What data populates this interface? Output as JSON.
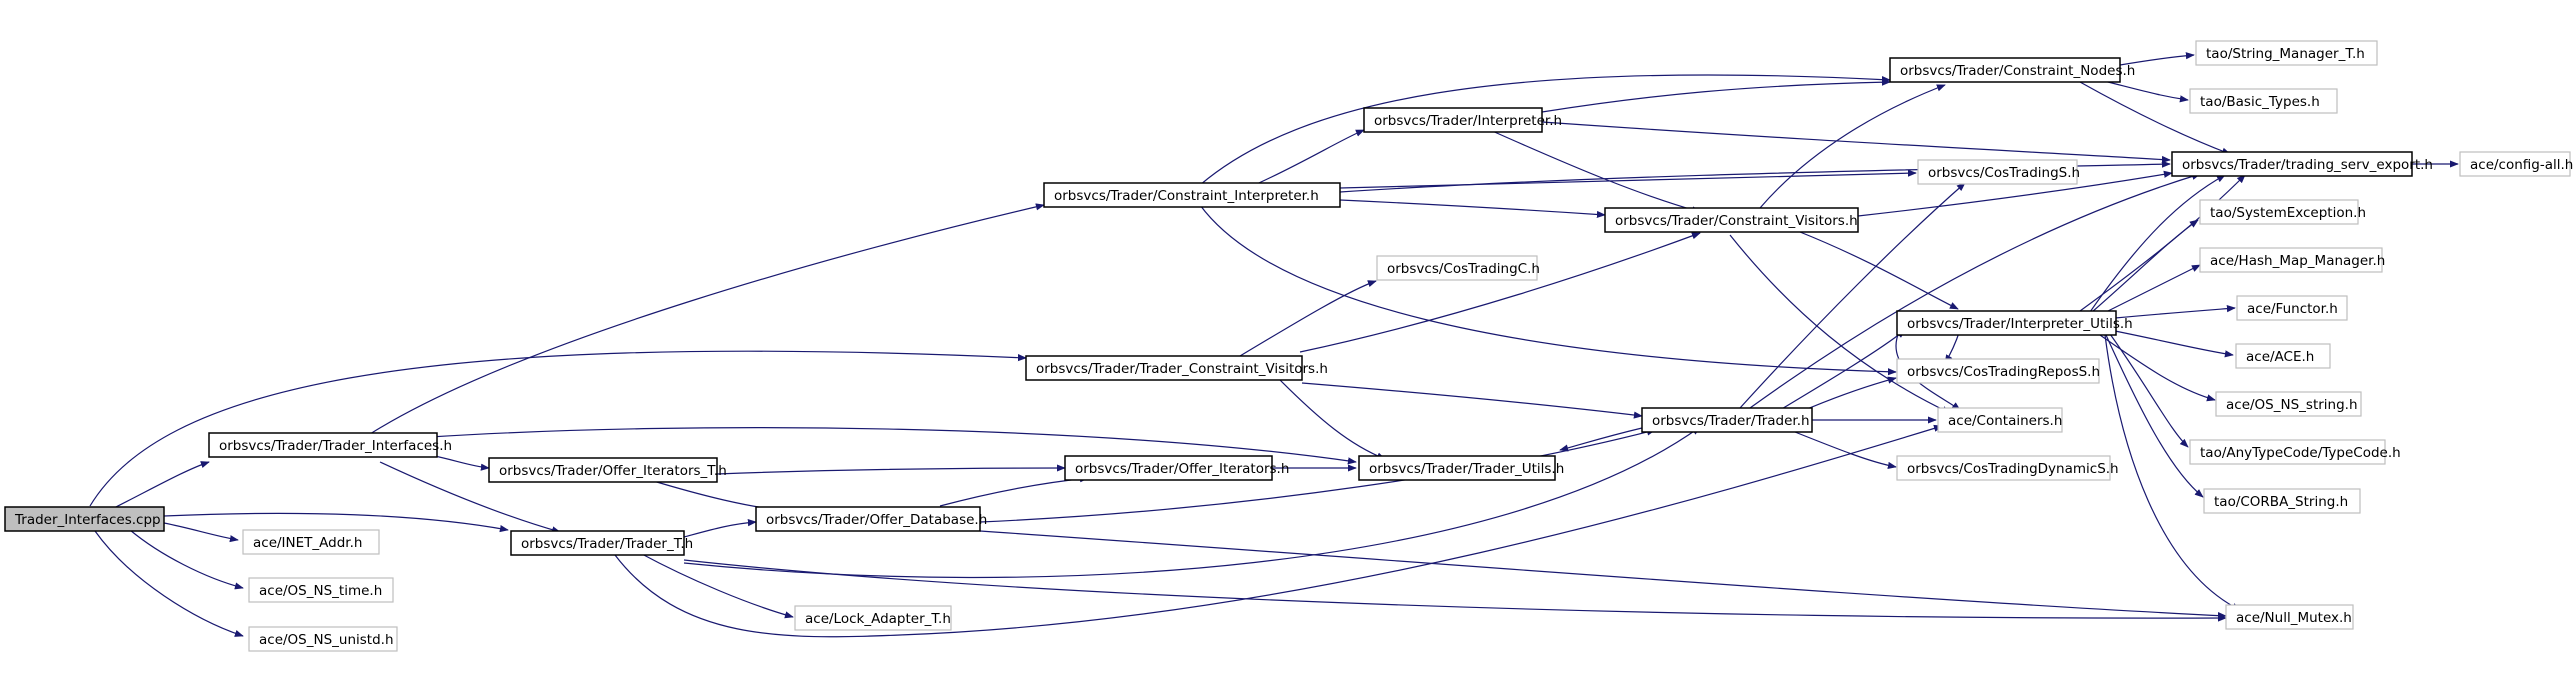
{
  "graph": {
    "colors": {
      "edge": "#191970",
      "root_fill": "#bfbfbf",
      "doc_border": "#000000",
      "ext_border": "#bfbfbf"
    },
    "nodes": {
      "root": "Trader_Interfaces.cpp",
      "inet_addr": "ace/INET_Addr.h",
      "os_ns_time": "ace/OS_NS_time.h",
      "os_ns_unistd": "ace/OS_NS_unistd.h",
      "trader_interfaces_h": "orbsvcs/Trader/Trader_Interfaces.h",
      "constraint_interpreter": "orbsvcs/Trader/Constraint_Interpreter.h",
      "trader_constraint_visitors": "orbsvcs/Trader/Trader_Constraint_Visitors.h",
      "offer_iterators_t": "orbsvcs/Trader/Offer_Iterators_T.h",
      "trader_t": "orbsvcs/Trader/Trader_T.h",
      "offer_database": "orbsvcs/Trader/Offer_Database.h",
      "lock_adapter_t": "ace/Lock_Adapter_T.h",
      "cos_trading_c": "orbsvcs/CosTradingC.h",
      "interpreter": "orbsvcs/Trader/Interpreter.h",
      "offer_iterators": "orbsvcs/Trader/Offer_Iterators.h",
      "trader_utils": "orbsvcs/Trader/Trader_Utils.h",
      "constraint_visitors": "orbsvcs/Trader/Constraint_Visitors.h",
      "trader_h": "orbsvcs/Trader/Trader.h",
      "constraint_nodes": "orbsvcs/Trader/Constraint_Nodes.h",
      "cos_trading_s": "orbsvcs/CosTradingS.h",
      "interpreter_utils": "orbsvcs/Trader/Interpreter_Utils.h",
      "cos_trading_repos_s": "orbsvcs/CosTradingReposS.h",
      "containers": "ace/Containers.h",
      "cos_trading_dynamic_s": "orbsvcs/CosTradingDynamicS.h",
      "string_manager_t": "tao/String_Manager_T.h",
      "basic_types": "tao/Basic_Types.h",
      "trading_serv_export": "orbsvcs/Trader/trading_serv_export.h",
      "config_all": "ace/config-all.h",
      "system_exception": "tao/SystemException.h",
      "hash_map_manager": "ace/Hash_Map_Manager.h",
      "functor": "ace/Functor.h",
      "ace_h": "ace/ACE.h",
      "os_ns_string": "ace/OS_NS_string.h",
      "typecode": "tao/AnyTypeCode/TypeCode.h",
      "corba_string": "tao/CORBA_String.h",
      "null_mutex": "ace/Null_Mutex.h"
    }
  }
}
